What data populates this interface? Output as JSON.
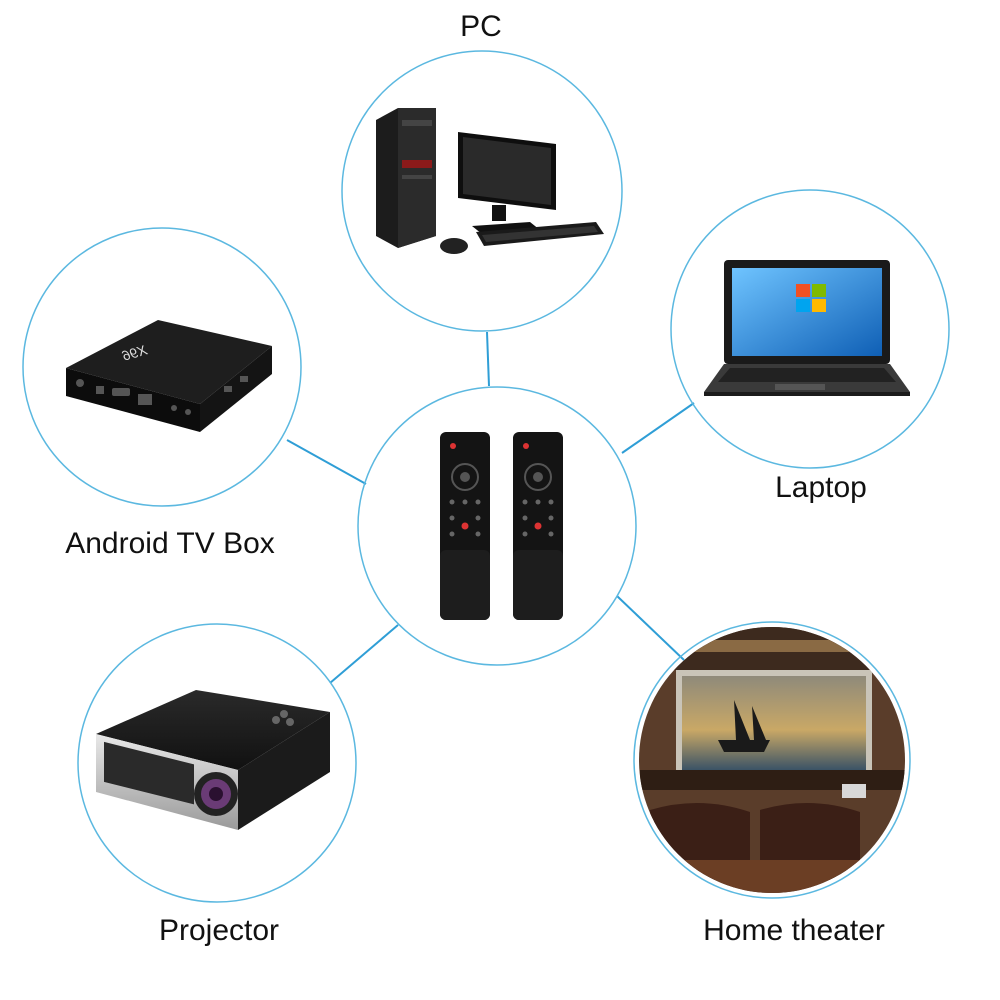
{
  "center": {
    "name": "Remote controls",
    "count": 2
  },
  "devices": [
    {
      "id": "pc",
      "label": "PC",
      "icon": "desktop-pc-icon"
    },
    {
      "id": "laptop",
      "label": "Laptop",
      "icon": "laptop-icon"
    },
    {
      "id": "android-tv-box",
      "label": "Android TV Box",
      "icon": "tv-box-icon",
      "brand_text": "X96"
    },
    {
      "id": "projector",
      "label": "Projector",
      "icon": "projector-icon"
    },
    {
      "id": "home-theater",
      "label": "Home theater",
      "icon": "home-theater-icon"
    }
  ],
  "colors": {
    "circle_stroke": "#5bb8e0",
    "connector": "#2f9ed6",
    "device_dark": "#1a1a1a",
    "label_text": "#111111"
  }
}
